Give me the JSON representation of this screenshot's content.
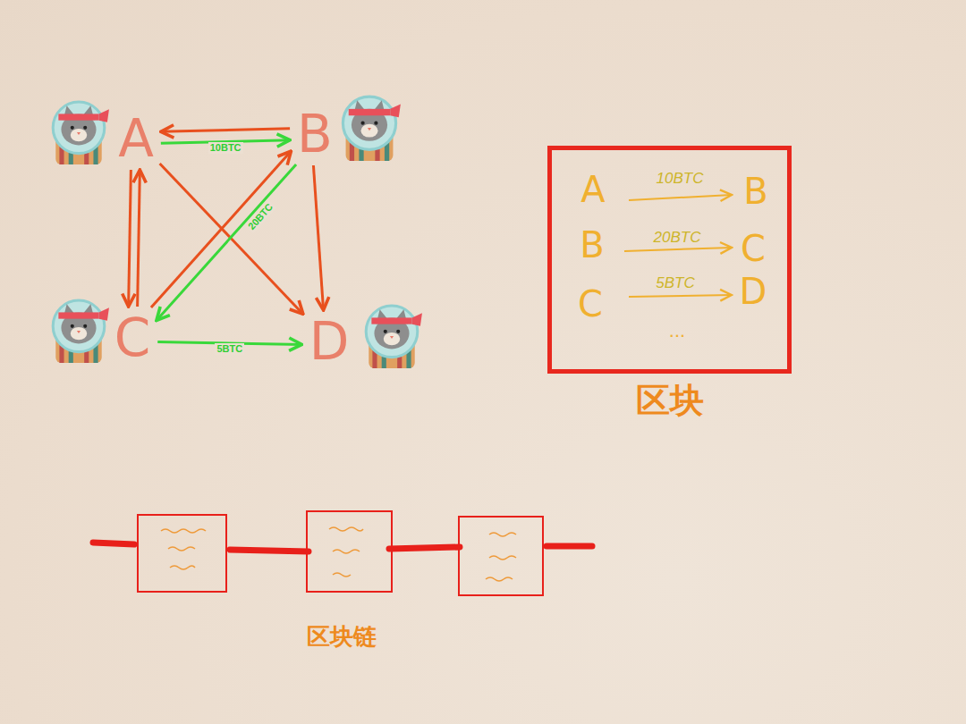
{
  "diagram": {
    "nodes": [
      {
        "text": [
          "A"
        ]
      },
      {
        "text": [
          "B"
        ]
      },
      {
        "text": [
          "C"
        ]
      },
      {
        "text": [
          "D"
        ]
      },
      {
        "text": [
          "区块"
        ]
      }
    ],
    "edges": [
      {
        "from": 0,
        "to": 1,
        "arrow": "to",
        "label": "10BTC"
      },
      {
        "from": 1,
        "to": 0,
        "arrow": "to"
      },
      {
        "from": 0,
        "to": 2,
        "arrow": "to"
      },
      {
        "from": 2,
        "to": 0,
        "arrow": "to"
      },
      {
        "from": 0,
        "to": 3,
        "arrow": "to"
      },
      {
        "from": 1,
        "to": 3,
        "arrow": "to"
      },
      {
        "from": 2,
        "to": 1,
        "arrow": "to"
      },
      {
        "from": 1,
        "to": 2,
        "arrow": "to",
        "label": "20BTC"
      },
      {
        "from": 2,
        "to": 3,
        "arrow": "to",
        "label": "5BTC"
      }
    ],
    "labels": [
      "A",
      "10BTC",
      "B",
      "B",
      "20BTC",
      "C",
      "C",
      "5BTC",
      "D",
      "...",
      "区块链"
    ]
  }
}
